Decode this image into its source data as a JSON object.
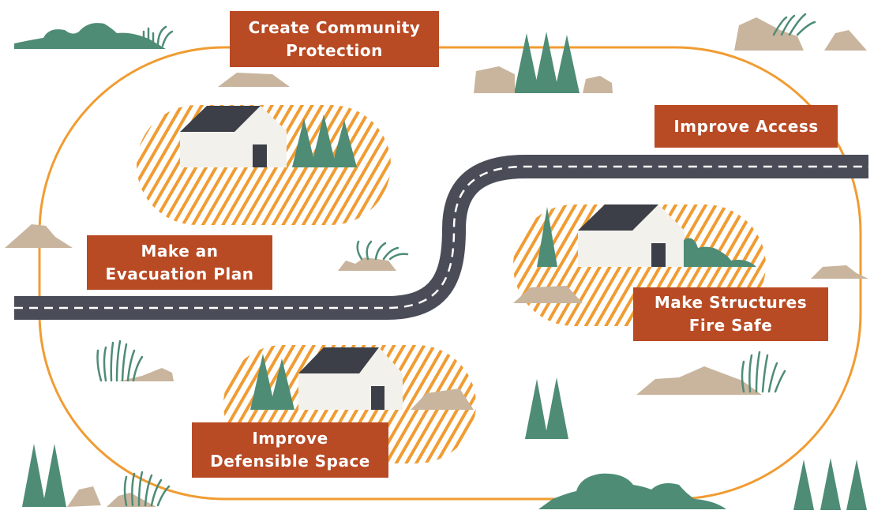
{
  "labels": {
    "create_community_protection": [
      "Create Community",
      "Protection"
    ],
    "improve_access": [
      "Improve Access"
    ],
    "make_evacuation_plan": [
      "Make an",
      "Evacuation Plan"
    ],
    "make_structures_fire_safe": [
      "Make Structures",
      "Fire Safe"
    ],
    "improve_defensible_space": [
      "Improve",
      "Defensible Space"
    ]
  },
  "colors": {
    "loop": "#f09c32",
    "label_bg": "#b84a24",
    "label_text": "#ffffff",
    "road": "#4a4d57",
    "road_dash": "#ffffff",
    "tree": "#4e8c76",
    "rock": "#c9b59e",
    "house_wall": "#f3f1ec",
    "house_roof": "#3c3f47",
    "hatch": "#f09c32"
  }
}
